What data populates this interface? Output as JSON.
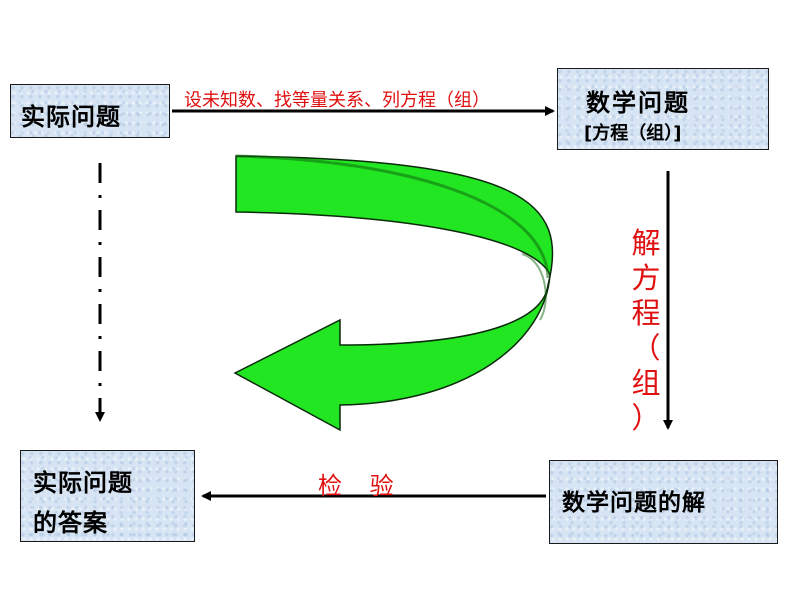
{
  "boxes": {
    "practical_problem": "实际问题",
    "math_problem_title": "数学问题",
    "math_problem_sub": "[方程（组）]",
    "answer_line1": "实际问题",
    "answer_line2": "的答案",
    "math_solution": "数学问题的解"
  },
  "arrows": {
    "top_label": "设未知数、找等量关系、列方程（组）",
    "right_label_chars": [
      "解",
      "方",
      "程",
      "（",
      "组",
      "）"
    ],
    "bottom_label": "检 验"
  },
  "colors": {
    "box_fill": "#d6e4f3",
    "label_red": "#e01010",
    "curved_arrow_green": "#22e622",
    "arrow_black": "#000000"
  }
}
